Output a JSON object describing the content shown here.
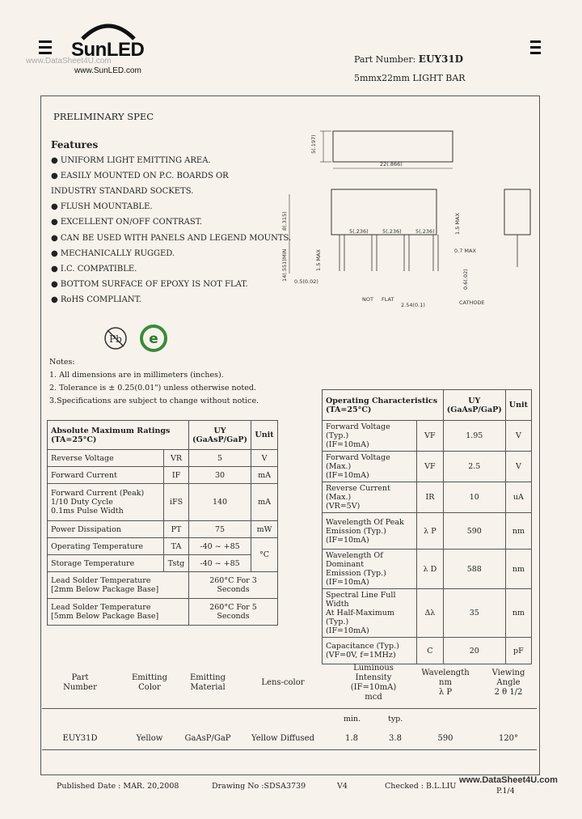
{
  "header": {
    "logo_text": "SunLED",
    "watermark_top": "www.DataSheet4U.com",
    "website": "www.SunLED.com",
    "part_number_label": "Part Number:",
    "part_number": "EUY31D",
    "product_desc": "5mmx22mm LIGHT BAR"
  },
  "spec_title": "PRELIMINARY SPEC",
  "features": {
    "heading": "Features",
    "items": [
      "UNIFORM LIGHT EMITTING AREA.",
      "EASILY MOUNTED ON P.C. BOARDS OR",
      "INDUSTRY STANDARD SOCKETS.",
      "FLUSH MOUNTABLE.",
      "EXCELLENT ON/OFF CONTRAST.",
      "CAN BE USED WITH PANELS AND LEGEND MOUNTS.",
      "MECHANICALLY RUGGED.",
      "I.C. COMPATIBLE.",
      "BOTTOM SURFACE OF EPOXY IS NOT FLAT.",
      "RoHS COMPLIANT."
    ]
  },
  "logos": {
    "pb": "Pb",
    "rohs": "e"
  },
  "notes": {
    "heading": "Notes:",
    "items": [
      "1. All dimensions are in millimeters (inches).",
      "2. Tolerance is ± 0.25(0.01\") unless otherwise noted.",
      "3.Specifications are subject to change without notice."
    ]
  },
  "drawing": {
    "dim_height": "5(.197)",
    "dim_width": "22(.866)",
    "dim_lead_length": "8(.315)",
    "dim_min": "14(.551)MIN",
    "dim_15max": "1.5 MAX",
    "dim_pitch": [
      "5(.236)",
      "5(.236)",
      "5(.236)"
    ],
    "dim_pin": "0.5(0.02)",
    "dim_not": "NOT",
    "dim_flat": "FLAT",
    "dim_spacing": "2.54(0.1)",
    "dim_07max": "0.7 MAX",
    "dim_06": "0.6(.02)",
    "dim_15max_right": "1.5 MAX",
    "cathode": "CATHODE"
  },
  "abs_max": {
    "title_line1": "Absolute Maximum Ratings",
    "title_line2": "(TA=25°C)",
    "col_uy": "UY",
    "col_mat": "(GaAsP/GaP)",
    "col_unit": "Unit",
    "rows": [
      {
        "param": "Reverse Voltage",
        "sym": "VR",
        "val": "5",
        "unit": "V"
      },
      {
        "param": "Forward Current",
        "sym": "IF",
        "val": "30",
        "unit": "mA"
      },
      {
        "param": "Forward Current (Peak)",
        "param2": "1/10 Duty Cycle",
        "param3": "0.1ms Pulse Width",
        "sym": "iFS",
        "val": "140",
        "unit": "mA"
      },
      {
        "param": "Power Dissipation",
        "sym": "PT",
        "val": "75",
        "unit": "mW"
      },
      {
        "param": "Operating Temperature",
        "sym": "TA",
        "val": "-40 ~ +85",
        "unit": "°C"
      },
      {
        "param": "Storage Temperature",
        "sym": "Tstg",
        "val": "-40 ~ +85"
      },
      {
        "param": "Lead Solder Temperature",
        "param2": "[2mm Below Package Base]",
        "val": "260°C For 3 Seconds"
      },
      {
        "param": "Lead Solder Temperature",
        "param2": "[5mm Below Package Base]",
        "val": "260°C For 5 Seconds"
      }
    ]
  },
  "op_char": {
    "title_line1": "Operating Characteristics",
    "title_line2": "(TA=25°C)",
    "col_uy": "UY",
    "col_mat": "(GaAsP/GaP)",
    "col_unit": "Unit",
    "rows": [
      {
        "p1": "Forward Voltage (Typ.)",
        "p2": "(IF=10mA)",
        "sym": "VF",
        "val": "1.95",
        "unit": "V"
      },
      {
        "p1": "Forward Voltage (Max.)",
        "p2": "(IF=10mA)",
        "sym": "VF",
        "val": "2.5",
        "unit": "V"
      },
      {
        "p1": "Reverse Current (Max.)",
        "p2": "(VR=5V)",
        "sym": "IR",
        "val": "10",
        "unit": "uA"
      },
      {
        "p1": "Wavelength Of Peak",
        "p2": "Emission (Typ.)",
        "p3": "(IF=10mA)",
        "sym": "λ P",
        "val": "590",
        "unit": "nm"
      },
      {
        "p1": "Wavelength Of Dominant",
        "p2": "Emission (Typ.)",
        "p3": "(IF=10mA)",
        "sym": "λ D",
        "val": "588",
        "unit": "nm"
      },
      {
        "p1": "Spectral Line Full Width",
        "p2": "At Half-Maximum (Typ.)",
        "p3": "(IF=10mA)",
        "sym": "Δλ",
        "val": "35",
        "unit": "nm"
      },
      {
        "p1": "Capacitance (Typ.)",
        "p2": "(VF=0V, f=1MHz)",
        "sym": "C",
        "val": "20",
        "unit": "pF"
      }
    ]
  },
  "bottom": {
    "h_part": "Part",
    "h_number": "Number",
    "h_emit_color1": "Emitting",
    "h_emit_color2": "Color",
    "h_emit_mat1": "Emitting",
    "h_emit_mat2": "Material",
    "h_lens": "Lens-color",
    "h_lum1": "Luminous",
    "h_lum2": "Intensity",
    "h_lum3": "(IF=10mA)",
    "h_lum4": "mcd",
    "h_wave1": "Wavelength",
    "h_wave2": "nm",
    "h_wave3": "λ P",
    "h_view1": "Viewing",
    "h_view2": "Angle",
    "h_view3": "2 θ 1/2",
    "h_min": "min.",
    "h_typ": "typ.",
    "row": {
      "part": "EUY31D",
      "color": "Yellow",
      "material": "GaAsP/GaP",
      "lens": "Yellow Diffused",
      "min": "1.8",
      "typ": "3.8",
      "wave": "590",
      "angle": "120°"
    }
  },
  "footer": {
    "published": "Published Date : MAR. 20,2008",
    "drawing": "Drawing No :SDSA3739",
    "version": "V4",
    "checked": "Checked : B.L.LIU",
    "page": "P.1/4",
    "watermark": "www.DataSheet4U.com"
  }
}
